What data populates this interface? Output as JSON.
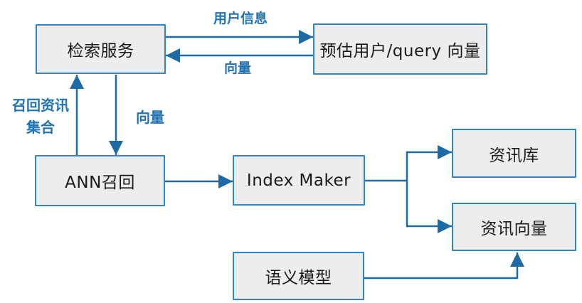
{
  "diagram": {
    "nodes": {
      "retrieval_service": {
        "label": "检索服务"
      },
      "user_query_vector": {
        "label": "预估用户/query 向量"
      },
      "ann_recall": {
        "label": "ANN召回"
      },
      "index_maker": {
        "label": "Index Maker"
      },
      "info_store": {
        "label": "资讯库"
      },
      "info_vector": {
        "label": "资讯向量"
      },
      "semantic_model": {
        "label": "语义模型"
      }
    },
    "edge_labels": {
      "user_info": "用户信息",
      "vector_return": "向量",
      "recall_set": "召回资讯\n集合",
      "vector_down": "向量"
    },
    "colors": {
      "arrow": "#1d6aa5",
      "box_border": "#2e86c8",
      "box_fill": "#ededed",
      "label_text": "#2173b4",
      "node_text": "#1a1a1a",
      "background": "#ffffff"
    }
  }
}
